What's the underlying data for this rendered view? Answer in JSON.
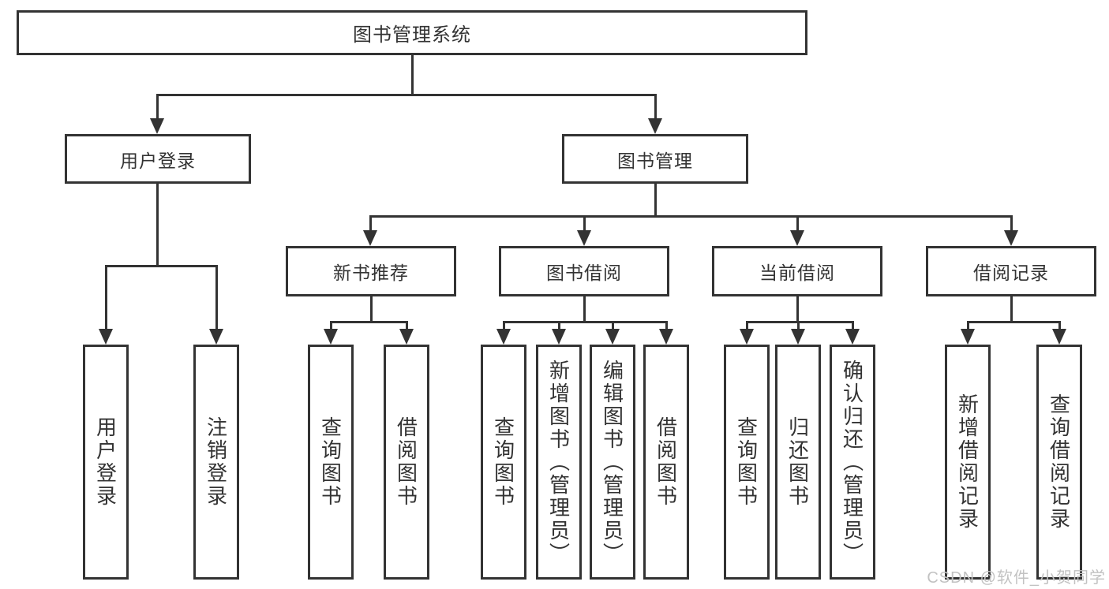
{
  "page": {
    "background_color": "#ffffff",
    "line_color": "#333333",
    "watermark_color": "#c2c2c2"
  },
  "tree": {
    "root": {
      "label": "图书管理系统"
    },
    "branches": [
      {
        "label": "用户登录",
        "children": [
          {
            "label": "用户登录"
          },
          {
            "label": "注销登录"
          }
        ]
      },
      {
        "label": "图书管理",
        "children": [
          {
            "label": "新书推荐",
            "children": [
              {
                "label": "查询图书"
              },
              {
                "label": "借阅图书"
              }
            ]
          },
          {
            "label": "图书借阅",
            "children": [
              {
                "label": "查询图书"
              },
              {
                "label": "新增图书（管理员）"
              },
              {
                "label": "编辑图书（管理员）"
              },
              {
                "label": "借阅图书"
              }
            ]
          },
          {
            "label": "当前借阅",
            "children": [
              {
                "label": "查询图书"
              },
              {
                "label": "归还图书"
              },
              {
                "label": "确认归还（管理员）"
              }
            ]
          },
          {
            "label": "借阅记录",
            "children": [
              {
                "label": "新增借阅记录"
              },
              {
                "label": "查询借阅记录"
              }
            ]
          }
        ]
      }
    ]
  },
  "watermark": {
    "text": "CSDN @软件_小贺同学"
  }
}
